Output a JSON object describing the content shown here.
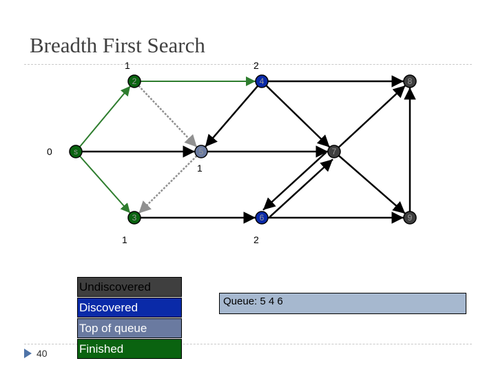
{
  "title": "Breadth First Search",
  "page_number": "40",
  "queue_label": "Queue: 5 4 6",
  "colors": {
    "undiscovered": "#3f3f3f",
    "discovered": "#0a2aa8",
    "top_of_queue": "#6a7aa0",
    "finished": "#0a6310",
    "tree_edge": "#2e7d2e",
    "examining_edge": "#909090",
    "edge": "#000000"
  },
  "legend": [
    {
      "key": "undiscovered",
      "label": "Undiscovered",
      "color": "#3f3f3f"
    },
    {
      "key": "discovered",
      "label": "Discovered",
      "color": "#0a2aa8"
    },
    {
      "key": "top_of_queue",
      "label": "Top of queue",
      "color": "#6a7aa0"
    },
    {
      "key": "finished",
      "label": "Finished",
      "color": "#0a6310"
    }
  ],
  "graph": {
    "nodes": [
      {
        "id": "s",
        "label": "s",
        "state": "finished",
        "distance": "0"
      },
      {
        "id": "2",
        "label": "2",
        "state": "finished",
        "distance": "1"
      },
      {
        "id": "3",
        "label": "3",
        "state": "finished",
        "distance": "1"
      },
      {
        "id": "4",
        "label": "4",
        "state": "discovered",
        "distance": "2"
      },
      {
        "id": "5",
        "label": "5",
        "state": "top_of_queue",
        "distance": "1"
      },
      {
        "id": "6",
        "label": "6",
        "state": "discovered",
        "distance": "2"
      },
      {
        "id": "7",
        "label": "7",
        "state": "undiscovered",
        "distance": ""
      },
      {
        "id": "8",
        "label": "8",
        "state": "undiscovered",
        "distance": ""
      },
      {
        "id": "9",
        "label": "9",
        "state": "undiscovered",
        "distance": ""
      }
    ],
    "edges": [
      {
        "from": "s",
        "to": "2",
        "kind": "tree"
      },
      {
        "from": "s",
        "to": "3",
        "kind": "tree"
      },
      {
        "from": "s",
        "to": "5",
        "kind": "normal"
      },
      {
        "from": "2",
        "to": "4",
        "kind": "tree"
      },
      {
        "from": "2",
        "to": "5",
        "kind": "examining"
      },
      {
        "from": "3",
        "to": "6",
        "kind": "tree"
      },
      {
        "from": "3",
        "to": "6",
        "kind": "normal"
      },
      {
        "from": "5",
        "to": "3",
        "kind": "examining"
      },
      {
        "from": "4",
        "to": "5",
        "kind": "normal"
      },
      {
        "from": "4",
        "to": "7",
        "kind": "normal"
      },
      {
        "from": "4",
        "to": "8",
        "kind": "normal"
      },
      {
        "from": "5",
        "to": "7",
        "kind": "normal"
      },
      {
        "from": "6",
        "to": "7",
        "kind": "normal"
      },
      {
        "from": "7",
        "to": "6",
        "kind": "normal"
      },
      {
        "from": "7",
        "to": "8",
        "kind": "normal"
      },
      {
        "from": "7",
        "to": "9",
        "kind": "normal"
      },
      {
        "from": "6",
        "to": "9",
        "kind": "normal"
      },
      {
        "from": "9",
        "to": "8",
        "kind": "normal"
      }
    ]
  }
}
